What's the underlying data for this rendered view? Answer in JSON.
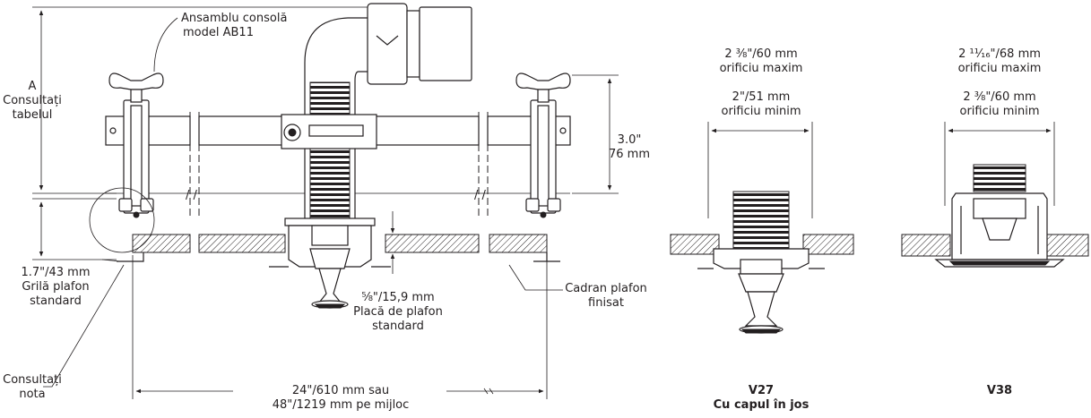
{
  "labels": {
    "bracket_assembly": [
      "Ansamblu consolă",
      "model AB11"
    ],
    "dim_a": [
      "A",
      "Consultați",
      "tabelul"
    ],
    "dim_3in": [
      "3.0\"",
      "76 mm"
    ],
    "grid_depth": [
      "1.7\"/43 mm",
      "Grilă plafon",
      "standard"
    ],
    "tile": [
      "⅝\"/15,9 mm",
      "Placă de plafon",
      "standard"
    ],
    "finished_ceiling": [
      "Cadran plafon",
      "finisat"
    ],
    "see_note": [
      "Consultați",
      "nota"
    ],
    "spacing": [
      "24\"/610 mm sau",
      "48\"/1219 mm pe mijloc"
    ]
  },
  "v27": {
    "max_hole": [
      "2 ⅜\"/60 mm",
      "orificiu maxim"
    ],
    "min_hole": [
      "2\"/51 mm",
      "orificiu minim"
    ],
    "title": [
      "V27",
      "Cu capul în jos"
    ]
  },
  "v38": {
    "max_hole": [
      "2 ¹¹⁄₁₆\"/68 mm",
      "orificiu maxim"
    ],
    "min_hole": [
      "2 ⅜\"/60 mm",
      "orificiu minim"
    ],
    "title": [
      "V38"
    ]
  },
  "colors": {
    "ink": "#231f20",
    "paper": "#ffffff"
  }
}
